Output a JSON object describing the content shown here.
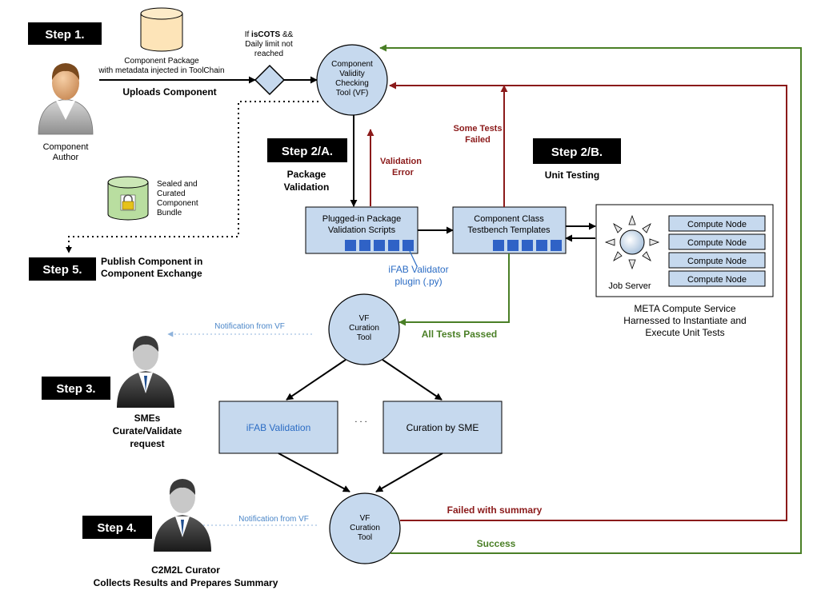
{
  "steps": {
    "step1": "Step 1.",
    "step2a": "Step 2/A.",
    "step2b": "Step 2/B.",
    "step3": "Step 3.",
    "step4": "Step 4.",
    "step5": "Step 5."
  },
  "actors": {
    "author": [
      "Component",
      "Author"
    ],
    "smes": [
      "SMEs",
      "Curate/Validate",
      "request"
    ],
    "curator": [
      "C2M2L Curator",
      "Collects Results and Prepares Summary"
    ]
  },
  "package": {
    "caption": [
      "Component Package",
      "with metadata injected in ToolChain"
    ],
    "uploads": "Uploads Component"
  },
  "decision": {
    "prefix": "If ",
    "bold": "isCOTS",
    "suffix": " &&",
    "line2": "Daily limit not",
    "line3": "reached"
  },
  "vf_tool": [
    "Component",
    "Validity",
    "Checking",
    "Tool (VF)"
  ],
  "package_validation": {
    "label": [
      "Package",
      "Validation"
    ],
    "box": [
      "Plugged-in Package",
      "Validation Scripts"
    ],
    "error": [
      "Validation",
      "Error"
    ],
    "plugin": [
      "iFAB Validator",
      "plugin (.py)"
    ]
  },
  "unit_testing": {
    "label": "Unit Testing",
    "box": [
      "Component Class",
      "Testbench Templates"
    ],
    "some_failed": [
      "Some Tests",
      "Failed"
    ],
    "all_passed": "All Tests Passed"
  },
  "compute": {
    "nodes": [
      "Compute Node",
      "Compute Node",
      "Compute Node",
      "Compute Node"
    ],
    "job_server": "Job Server",
    "caption": [
      "META Compute Service",
      "Harnessed to Instantiate and",
      "Execute Unit Tests"
    ]
  },
  "bundle": [
    "Sealed and",
    "Curated",
    "Component",
    "Bundle"
  ],
  "publish": [
    "Publish Component in",
    "Component Exchange"
  ],
  "curation1": {
    "tool": [
      "VF",
      "Curation",
      "Tool"
    ],
    "notification": "Notification from VF"
  },
  "curation_options": {
    "ifab": "iFAB Validation",
    "ellipsis": ". . .",
    "sme": "Curation by SME"
  },
  "curation2": {
    "tool": [
      "VF",
      "Curation",
      "Tool"
    ],
    "notification": "Notification from VF",
    "failed": "Failed with summary",
    "success": "Success"
  },
  "colors": {
    "circle_fill": "#c6d9ee",
    "box_fill": "#c6d9ee",
    "red": "#8b1a1a",
    "green": "#4a7f26",
    "blue": "#2b6cc4",
    "step_bg": "#000000",
    "square": "#2f62c6"
  }
}
